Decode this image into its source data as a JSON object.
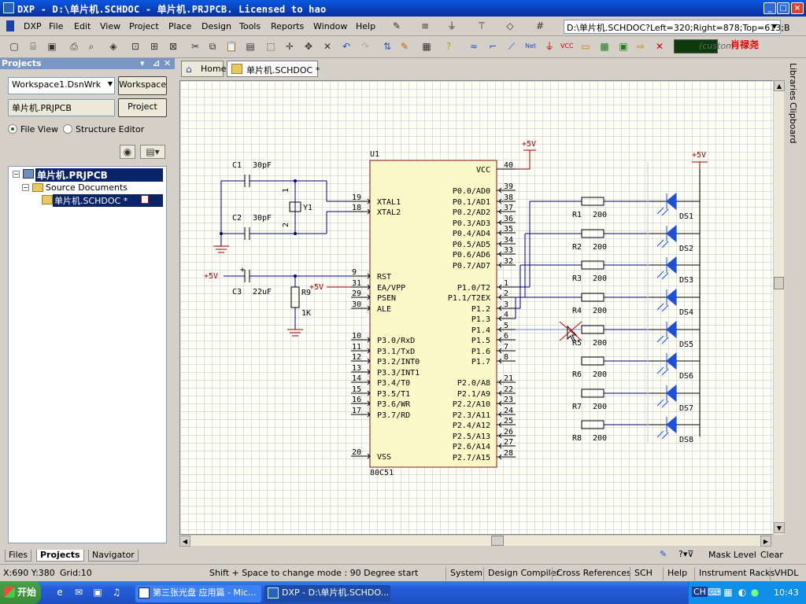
{
  "window": {
    "title": "DXP - D:\\单片机.SCHDOC - 单片机.PRJPCB. Licensed to hao"
  },
  "menu": {
    "items": [
      "DXP",
      "File",
      "Edit",
      "View",
      "Project",
      "Place",
      "Design",
      "Tools",
      "Reports",
      "Window",
      "Help"
    ]
  },
  "toolbar": {
    "path": "D:\\单片机.SCHDOC?Left=320;Right=878;Top=613;B",
    "custom_placeholder": "(custom",
    "logo_text": "肖禄尧"
  },
  "projects_panel": {
    "title": "Projects",
    "workspace_value": "Workspace1.DsnWrk",
    "workspace_button": "Workspace",
    "project_value": "单片机.PRJPCB",
    "project_button": "Project",
    "view_file": "File View",
    "view_structure": "Structure Editor",
    "tree": {
      "project": "单片机.PRJPCB",
      "folder": "Source Documents",
      "document": "单片机.SCHDOC *"
    },
    "tabs": [
      "Files",
      "Projects",
      "Navigator"
    ]
  },
  "doc_tabs": [
    "Home",
    "单片机.SCHDOC *"
  ],
  "right_panels": [
    "Libraries",
    "Clipboard"
  ],
  "mask": {
    "label": "Mask Level",
    "clear": "Clear"
  },
  "schematic": {
    "chip": {
      "designator": "U1",
      "part": "80C51",
      "left_pins": [
        {
          "num": "19",
          "name": "XTAL1"
        },
        {
          "num": "18",
          "name": "XTAL2"
        },
        {
          "num": "9",
          "name": "RST"
        },
        {
          "num": "31",
          "name": "EA/VPP"
        },
        {
          "num": "29",
          "name": "PSEN"
        },
        {
          "num": "30",
          "name": "ALE"
        },
        {
          "num": "10",
          "name": "P3.0/RxD"
        },
        {
          "num": "11",
          "name": "P3.1/TxD"
        },
        {
          "num": "12",
          "name": "P3.2/INT0"
        },
        {
          "num": "13",
          "name": "P3.3/INT1"
        },
        {
          "num": "14",
          "name": "P3.4/T0"
        },
        {
          "num": "15",
          "name": "P3.5/T1"
        },
        {
          "num": "16",
          "name": "P3.6/WR"
        },
        {
          "num": "17",
          "name": "P3.7/RD"
        },
        {
          "num": "20",
          "name": "VSS"
        }
      ],
      "right_pins": [
        {
          "num": "40",
          "name": "VCC"
        },
        {
          "num": "39",
          "name": "P0.0/AD0"
        },
        {
          "num": "38",
          "name": "P0.1/AD1"
        },
        {
          "num": "37",
          "name": "P0.2/AD2"
        },
        {
          "num": "36",
          "name": "P0.3/AD3"
        },
        {
          "num": "35",
          "name": "P0.4/AD4"
        },
        {
          "num": "34",
          "name": "P0.5/AD5"
        },
        {
          "num": "33",
          "name": "P0.6/AD6"
        },
        {
          "num": "32",
          "name": "P0.7/AD7"
        },
        {
          "num": "1",
          "name": "P1.0/T2"
        },
        {
          "num": "2",
          "name": "P1.1/T2EX"
        },
        {
          "num": "3",
          "name": "P1.2"
        },
        {
          "num": "4",
          "name": "P1.3"
        },
        {
          "num": "5",
          "name": "P1.4"
        },
        {
          "num": "6",
          "name": "P1.5"
        },
        {
          "num": "7",
          "name": "P1.6"
        },
        {
          "num": "8",
          "name": "P1.7"
        },
        {
          "num": "21",
          "name": "P2.0/A8"
        },
        {
          "num": "22",
          "name": "P2.1/A9"
        },
        {
          "num": "23",
          "name": "P2.2/A10"
        },
        {
          "num": "24",
          "name": "P2.3/A11"
        },
        {
          "num": "25",
          "name": "P2.4/A12"
        },
        {
          "num": "26",
          "name": "P2.5/A13"
        },
        {
          "num": "27",
          "name": "P2.6/A14"
        },
        {
          "num": "28",
          "name": "P2.7/A15"
        }
      ]
    },
    "components": {
      "c1": {
        "name": "C1",
        "value": "30pF"
      },
      "c2": {
        "name": "C2",
        "value": "30pF"
      },
      "c3": {
        "name": "C3",
        "value": "22uF"
      },
      "y1": {
        "name": "Y1",
        "pin1": "1",
        "pin2": "2"
      },
      "r9": {
        "name": "R9",
        "value": "1K"
      }
    },
    "resistors": [
      {
        "name": "R1",
        "value": "200"
      },
      {
        "name": "R2",
        "value": "200"
      },
      {
        "name": "R3",
        "value": "200"
      },
      {
        "name": "R4",
        "value": "200"
      },
      {
        "name": "R5",
        "value": "200"
      },
      {
        "name": "R6",
        "value": "200"
      },
      {
        "name": "R7",
        "value": "200"
      },
      {
        "name": "R8",
        "value": "200"
      }
    ],
    "leds": [
      "DS1",
      "DS2",
      "DS3",
      "DS4",
      "DS5",
      "DS6",
      "DS7",
      "DS8"
    ],
    "power_label": "+5V"
  },
  "status": {
    "coords": "X:690 Y:380",
    "grid": "Grid:10",
    "message": "Shift + Space to change mode : 90 Degree start",
    "panels": [
      "System",
      "Design Compiler",
      "Cross References",
      "SCH",
      "Help",
      "Instrument Racks",
      "VHDL"
    ]
  },
  "taskbar": {
    "start": "开始",
    "tasks": [
      "第三张光盘 应用篇 - Mic...",
      "DXP - D:\\单片机.SCHDO..."
    ],
    "clock": "10:43",
    "ime": "CH"
  },
  "colors": {
    "title_blue": "#0a3fb8",
    "sheet_bg": "#fffff6",
    "chip_fill": "#fcf8c8",
    "wire": "#00007a",
    "led_blue": "#1d4fd8",
    "power_red": "#a00000"
  }
}
